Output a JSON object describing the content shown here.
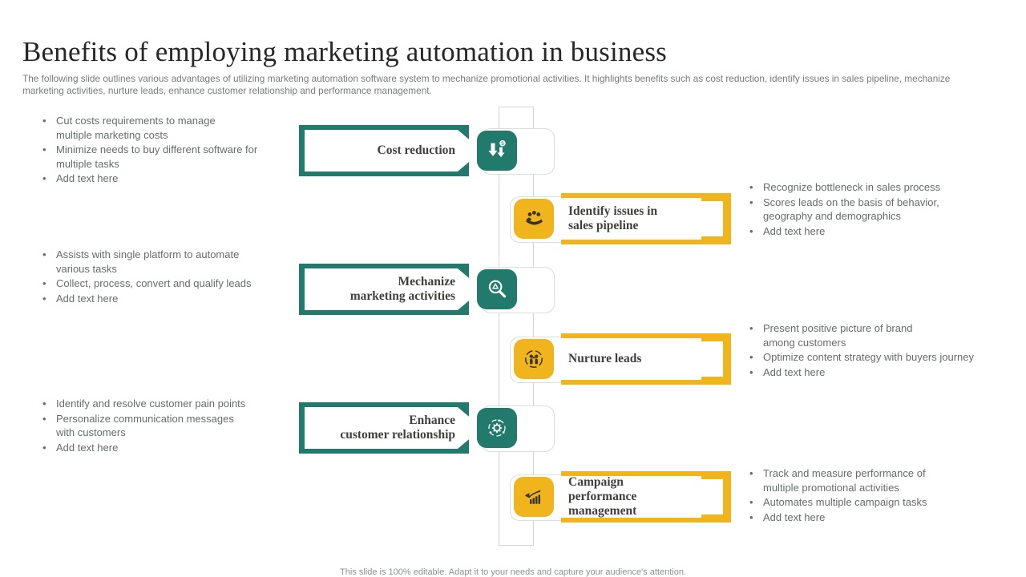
{
  "slide": {
    "title": "Benefits of employing marketing automation in business",
    "subtitle": "The following slide outlines various advantages of utilizing marketing automation software system to mechanize promotional activities. It highlights benefits such as cost reduction, identify issues in sales pipeline, mechanize marketing activities, nurture leads, enhance customer relationship and performance management.",
    "footer": "This slide is 100% editable. Adapt it to your needs and capture your audience's attention."
  },
  "colors": {
    "teal": "#217a6c",
    "yellow": "#f0b41d",
    "banner_text": "#3f3f3e",
    "body_text": "#666c6a"
  },
  "items": [
    {
      "side": "left",
      "label": "Cost reduction",
      "icon": "cost-reduction-icon",
      "bullets": [
        "Cut costs requirements to manage\nmultiple marketing costs",
        "Minimize needs to buy different software for\nmultiple tasks",
        "Add text here"
      ]
    },
    {
      "side": "right",
      "label": "Identify issues in\nsales pipeline",
      "icon": "hand-with-people-icon",
      "bullets": [
        "Recognize bottleneck in sales process",
        "Scores leads on the basis of behavior,\ngeography and demographics",
        "Add text here"
      ]
    },
    {
      "side": "left",
      "label": "Mechanize\nmarketing activities",
      "icon": "magnifier-icon",
      "bullets": [
        "Assists with single platform to automate\nvarious tasks",
        "Collect, process, convert and qualify leads",
        "Add text here"
      ]
    },
    {
      "side": "right",
      "label": "Nurture leads",
      "icon": "people-sync-icon",
      "bullets": [
        "Present positive picture of  brand\namong customers",
        "Optimize content strategy with buyers journey",
        "Add text here"
      ]
    },
    {
      "side": "left",
      "label": "Enhance\ncustomer relationship",
      "icon": "gear-cycle-icon",
      "bullets": [
        "Identify and resolve customer pain points",
        "Personalize communication messages\nwith customers",
        "Add text here"
      ]
    },
    {
      "side": "right",
      "label": "Campaign\nperformance management",
      "icon": "campaign-chart-icon",
      "bullets": [
        "Track and measure performance of\nmultiple promotional activities",
        "Automates multiple campaign tasks",
        "Add text here"
      ]
    }
  ]
}
